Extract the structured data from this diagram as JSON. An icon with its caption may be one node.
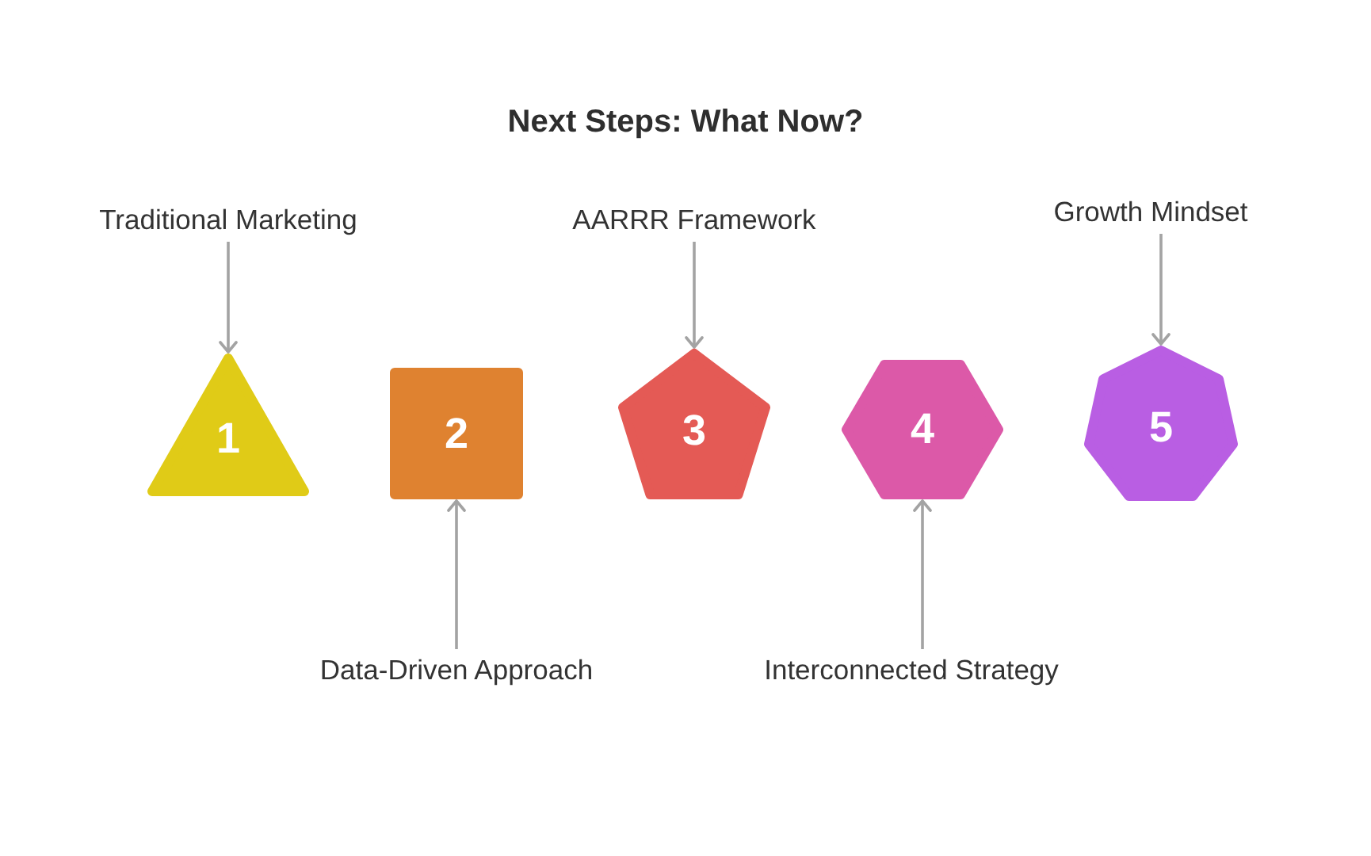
{
  "diagram": {
    "title": "Next Steps: What Now?",
    "nodes": [
      {
        "text": [
          "Traditional Marketing"
        ]
      },
      {
        "text": [
          "AARRR Framework"
        ]
      },
      {
        "text": [
          "Growth Mindset"
        ]
      },
      {
        "text": [
          "1"
        ]
      },
      {
        "text": [
          "2"
        ]
      },
      {
        "text": [
          "3"
        ]
      },
      {
        "text": [
          "4"
        ]
      },
      {
        "text": [
          "5"
        ]
      },
      {
        "text": [
          "Data-Driven Approach"
        ]
      },
      {
        "text": [
          "Interconnected Strategy"
        ]
      }
    ],
    "edges": [
      {
        "from": 0,
        "to": 3,
        "arrow": "to"
      },
      {
        "from": 8,
        "to": 4,
        "arrow": "to"
      },
      {
        "from": 1,
        "to": 5,
        "arrow": "to"
      },
      {
        "from": 9,
        "to": 6,
        "arrow": "to"
      },
      {
        "from": 2,
        "to": 7,
        "arrow": "to"
      }
    ]
  }
}
